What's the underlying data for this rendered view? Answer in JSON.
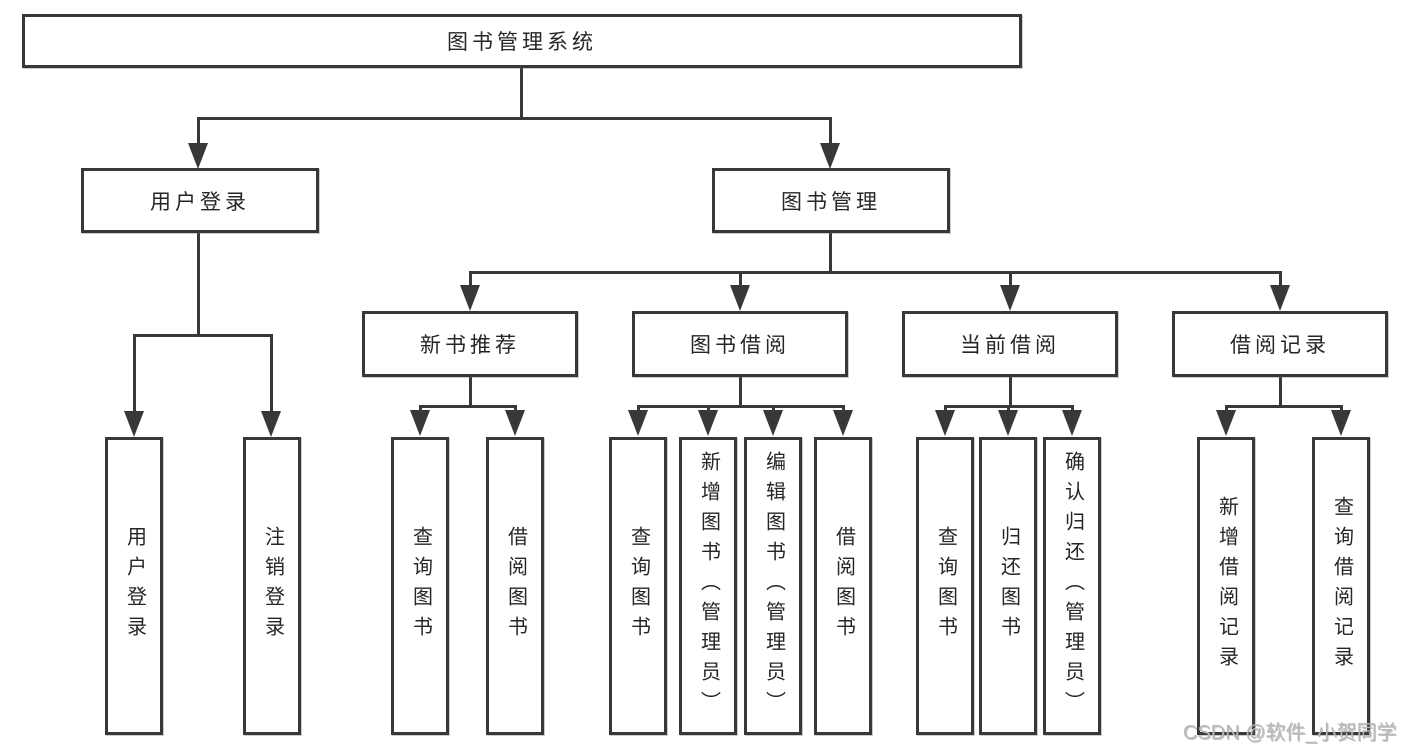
{
  "tree": {
    "label": "图书管理系统",
    "children": [
      {
        "label": "用户登录",
        "children": [
          {
            "label": "用户登录"
          },
          {
            "label": "注销登录"
          }
        ]
      },
      {
        "label": "图书管理",
        "children": [
          {
            "label": "新书推荐",
            "children": [
              {
                "label": "查询图书"
              },
              {
                "label": "借阅图书"
              }
            ]
          },
          {
            "label": "图书借阅",
            "children": [
              {
                "label": "查询图书"
              },
              {
                "label": "新增图书（管理员）"
              },
              {
                "label": "编辑图书（管理员）"
              },
              {
                "label": "借阅图书"
              }
            ]
          },
          {
            "label": "当前借阅",
            "children": [
              {
                "label": "查询图书"
              },
              {
                "label": "归还图书"
              },
              {
                "label": "确认归还（管理员）"
              }
            ]
          },
          {
            "label": "借阅记录",
            "children": [
              {
                "label": "新增借阅记录"
              },
              {
                "label": "查询借阅记录"
              }
            ]
          }
        ]
      }
    ]
  },
  "watermark": {
    "text": "CSDN @软件_小贺同学"
  },
  "colors": {
    "line": "#383838",
    "box_border": "#383838",
    "text": "#262626",
    "watermark": "#b9b9b9",
    "background": "#ffffff"
  }
}
